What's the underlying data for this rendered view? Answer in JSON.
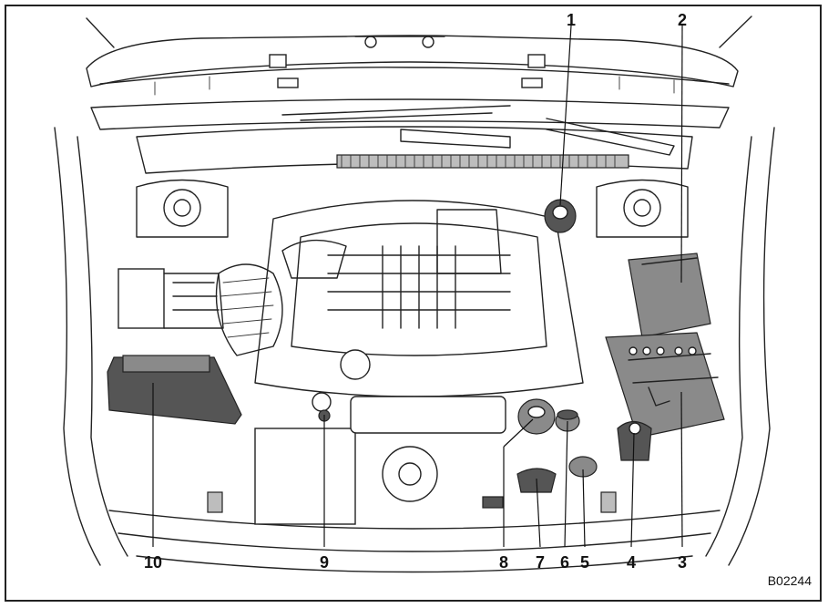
{
  "callouts": [
    {
      "id": "1",
      "label": "1"
    },
    {
      "id": "2",
      "label": "2"
    },
    {
      "id": "3",
      "label": "3"
    },
    {
      "id": "4",
      "label": "4"
    },
    {
      "id": "5",
      "label": "5"
    },
    {
      "id": "6",
      "label": "6"
    },
    {
      "id": "7",
      "label": "7"
    },
    {
      "id": "8",
      "label": "8"
    },
    {
      "id": "9",
      "label": "9"
    },
    {
      "id": "10",
      "label": "10"
    }
  ],
  "figure_code": "B02244",
  "colors": {
    "ink": "#222222",
    "shade_dark": "#555555",
    "shade_mid": "#8a8a8a",
    "shade_light": "#bdbdbd"
  }
}
